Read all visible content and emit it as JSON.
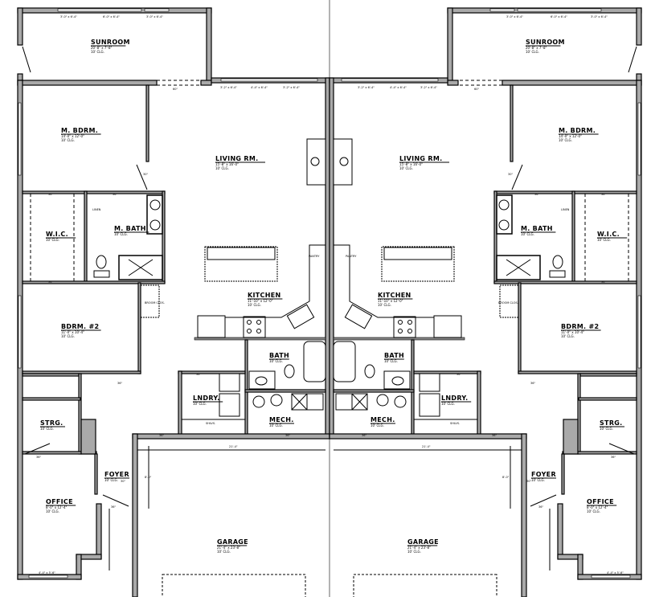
{
  "plan": {
    "rooms": {
      "sunroom": {
        "name": "SUNROOM",
        "dims": "20'-8\" x 7'-8\"",
        "clg": "10' CLG."
      },
      "mbdrm": {
        "name": "M. BDRM.",
        "dims": "14'-0\" x 12'-0\"",
        "clg": "10' CLG."
      },
      "living": {
        "name": "LIVING RM.",
        "dims": "15'-8\" x 16'-0\"",
        "clg": "10' CLG."
      },
      "wic": {
        "name": "W.I.C.",
        "clg": "10' CLG."
      },
      "mbath": {
        "name": "M. BATH",
        "clg": "10' CLG."
      },
      "kitchen": {
        "name": "KITCHEN",
        "dims": "11'-10\" x 12'-0\"",
        "clg": "10' CLG."
      },
      "bdrm2": {
        "name": "BDRM. #2",
        "dims": "11'-0\" x 10'-4\"",
        "clg": "10' CLG."
      },
      "bath": {
        "name": "BATH",
        "clg": "10' CLG."
      },
      "lndry": {
        "name": "LNDRY.",
        "clg": "10' CLG."
      },
      "mech": {
        "name": "MECH.",
        "clg": "10' CLG."
      },
      "strg": {
        "name": "STRG.",
        "clg": "10' CLG."
      },
      "foyer": {
        "name": "FOYER",
        "clg": "10' CLG."
      },
      "office": {
        "name": "OFFICE",
        "dims": "8'-0\" x 12'-4\"",
        "clg": "10' CLG."
      },
      "garage": {
        "name": "GARAGE",
        "dims": "21'-4\" x 23'-8\"",
        "clg": "10' CLG."
      }
    },
    "notes": {
      "sun_win_a": "3'-0\" x 6'-4\"",
      "sun_win_b": "6'-0\" x 6'-4\"",
      "liv_win_a": "3'-2\" x 6'-4\"",
      "liv_win_b": "4'-4\" x 6'-4\"",
      "opening": "60\"",
      "door36": "36\"",
      "door30": "30\"",
      "garage_width": "21'-4\"",
      "dim_8": "8'-0\"",
      "office_win": "4'-4\" x 5'-6\"",
      "linen": "LINEN",
      "pantry": "PANTRY",
      "shelve": "SHLVS.",
      "broom": "BROOM CLOS."
    }
  }
}
